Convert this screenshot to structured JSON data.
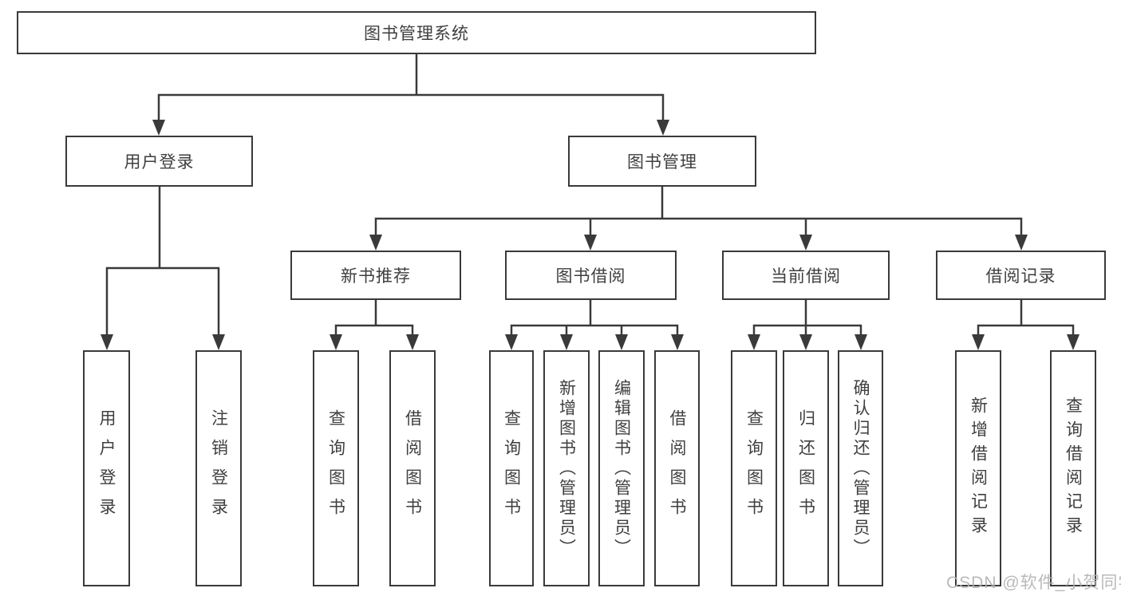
{
  "diagram": {
    "root": {
      "label": "图书管理系统"
    },
    "branches": [
      {
        "label": "用户登录",
        "children": [
          {
            "label": "用户登录"
          },
          {
            "label": "注销登录"
          }
        ]
      },
      {
        "label": "图书管理",
        "children": [
          {
            "label": "新书推荐",
            "children": [
              {
                "label": "查询图书"
              },
              {
                "label": "借阅图书"
              }
            ]
          },
          {
            "label": "图书借阅",
            "children": [
              {
                "label": "查询图书"
              },
              {
                "label": "新增图书（管理员）"
              },
              {
                "label": "编辑图书（管理员）"
              },
              {
                "label": "借阅图书"
              }
            ]
          },
          {
            "label": "当前借阅",
            "children": [
              {
                "label": "查询图书"
              },
              {
                "label": "归还图书"
              },
              {
                "label": "确认归还（管理员）"
              }
            ]
          },
          {
            "label": "借阅记录",
            "children": [
              {
                "label": "新增借阅记录"
              },
              {
                "label": "查询借阅记录"
              }
            ]
          }
        ]
      }
    ]
  },
  "watermark": {
    "text": "CSDN @软件_小贺同学"
  },
  "colors": {
    "line": "#3a3a3a",
    "text": "#3f3f3f",
    "watermark_gray": "#b2b2b2",
    "background": "#ffffff"
  }
}
